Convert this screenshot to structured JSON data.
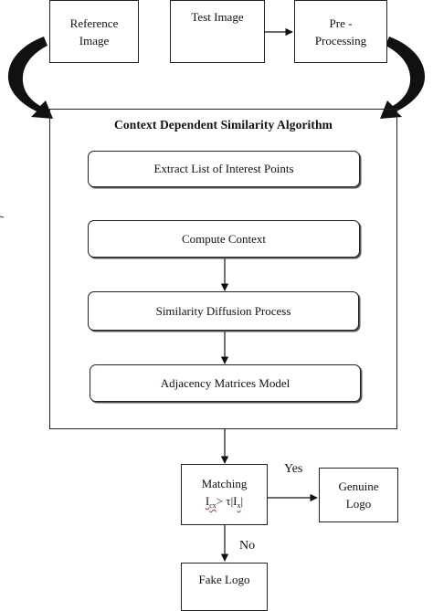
{
  "nodes": {
    "reference_image": "Reference\nImage",
    "test_image": "Test Image",
    "pre_processing": "Pre -\nProcessing",
    "container_title": "Context Dependent Similarity  Algorithm",
    "extract_points": "Extract List of Interest Points",
    "compute_context": "Compute Context",
    "similarity_diffusion": "Similarity  Diffusion Process",
    "adjacency": "Adjacency Matrices Model",
    "matching": "Matching",
    "genuine_logo": "Genuine\nLogo",
    "fake_logo": "Fake Logo"
  },
  "formula": {
    "left_symbol": "I",
    "left_sub": "cx",
    "operator": "> τ",
    "right_symbol": "|I",
    "right_sub": "x",
    "right_close": "|"
  },
  "edge_labels": {
    "yes": "Yes",
    "no": "No"
  }
}
